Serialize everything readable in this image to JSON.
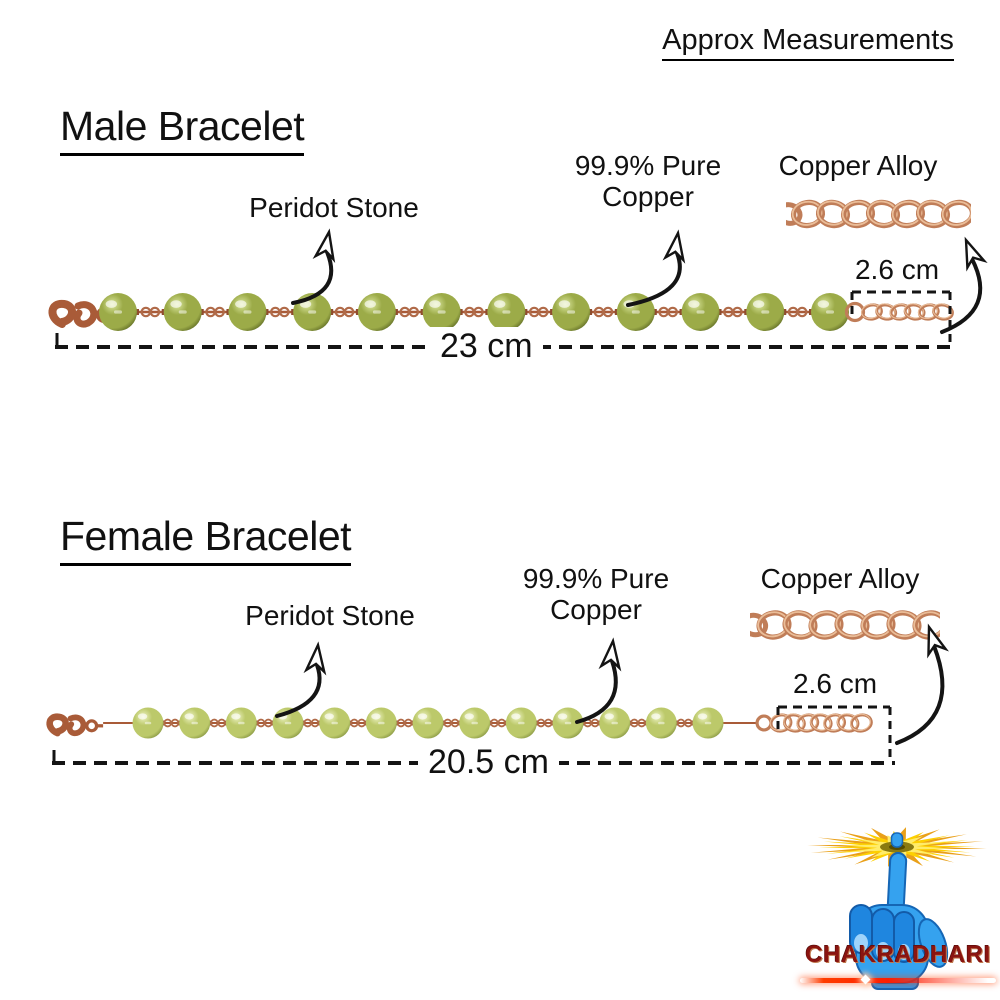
{
  "title": "Approx Measurements",
  "sections": [
    {
      "id": "male",
      "heading": "Male Bracelet",
      "labels": {
        "stone": "Peridot Stone",
        "copper1": "99.9% Pure",
        "copper2": "Copper",
        "alloy": "Copper Alloy"
      },
      "measurements": {
        "extension": "2.6 cm",
        "total": "23 cm"
      },
      "bead_count": 12
    },
    {
      "id": "female",
      "heading": "Female Bracelet",
      "labels": {
        "stone": "Peridot Stone",
        "copper1": "99.9% Pure",
        "copper2": "Copper",
        "alloy": "Copper Alloy"
      },
      "measurements": {
        "extension": "2.6 cm",
        "total": "20.5 cm"
      },
      "bead_count": 13
    }
  ],
  "brand": {
    "name": "CHAKRADHARI"
  },
  "colors": {
    "text": "#111111",
    "annotation": "#141414",
    "copper_wire": "#a95b38",
    "copper_wire_dark": "#8f4c2e",
    "copper_loop": "#b06a48",
    "copper_chain": "#c98succ"
  }
}
